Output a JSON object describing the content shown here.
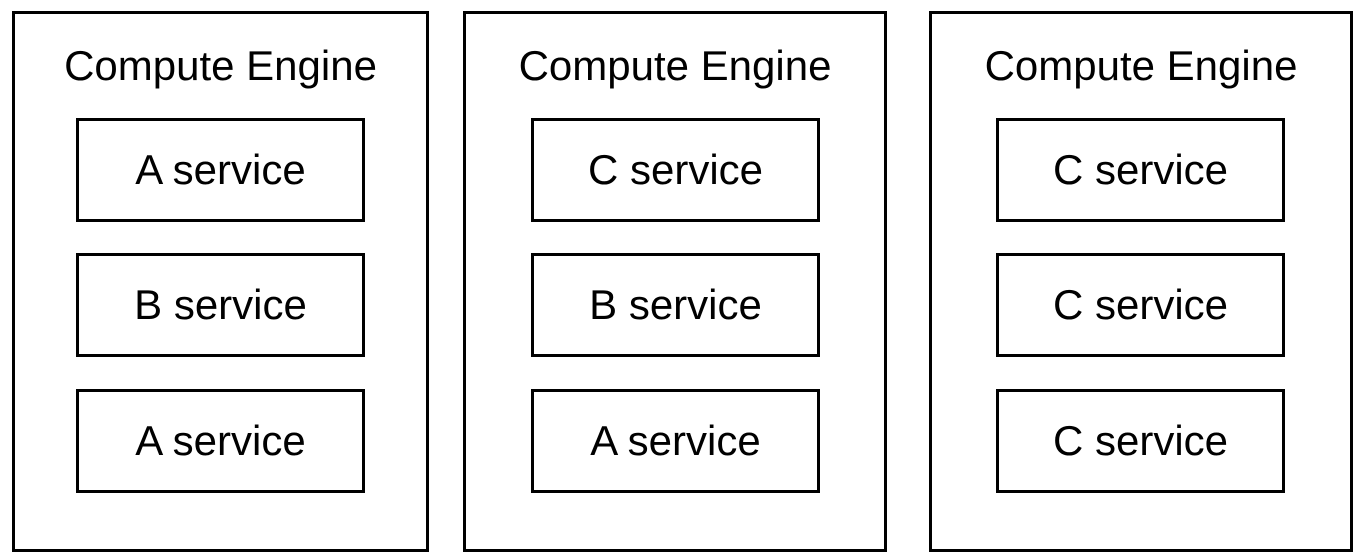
{
  "engines": [
    {
      "title": "Compute Engine",
      "services": [
        "A service",
        "B service",
        "A service"
      ]
    },
    {
      "title": "Compute Engine",
      "services": [
        "C service",
        "B service",
        "A service"
      ]
    },
    {
      "title": "Compute Engine",
      "services": [
        "C service",
        "C service",
        "C service"
      ]
    }
  ]
}
